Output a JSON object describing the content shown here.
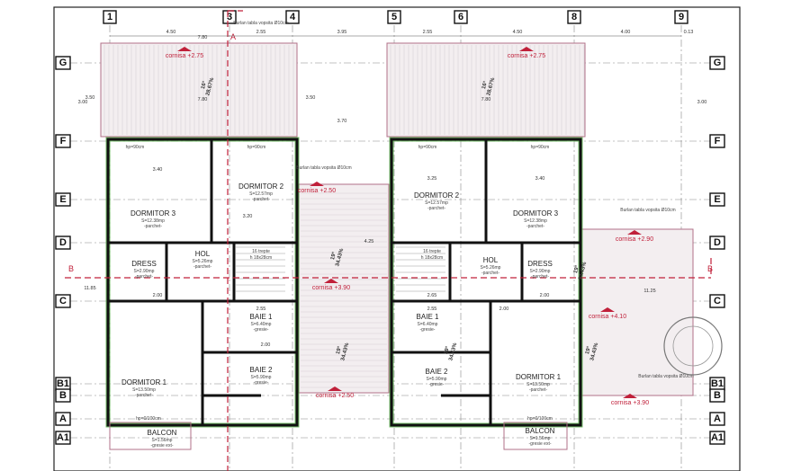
{
  "plan": {
    "grid_columns": [
      "1",
      "3",
      "4",
      "5",
      "6",
      "8",
      "9"
    ],
    "grid_rows": [
      "G",
      "F",
      "E",
      "D",
      "C",
      "B1",
      "B",
      "A",
      "A1"
    ],
    "top_dimensions": [
      "4.50",
      "7.80",
      "2.55",
      "3.95",
      "2.55",
      "4.50",
      "4.00",
      "0.13"
    ],
    "section_marks": [
      "A",
      "B"
    ],
    "rooms": [
      {
        "name": "DORMITOR 3",
        "area": "S=12.38mp",
        "floor": "-parchet-"
      },
      {
        "name": "DORMITOR 2",
        "area": "S=12.57mp",
        "floor": "-parchet-"
      },
      {
        "name": "HOL",
        "area": "S=5.26mp",
        "floor": "-parchet-"
      },
      {
        "name": "DRESS",
        "area": "S=2.90mp",
        "floor": "-parchet-"
      },
      {
        "name": "BAIE 1",
        "area": "S=6.40mp",
        "floor": "-gresie-"
      },
      {
        "name": "BAIE 2",
        "area": "S=5.90mp",
        "floor": "-gresie-"
      },
      {
        "name": "DORMITOR 1",
        "area": "S=13.50mp",
        "floor": "-parchet-"
      },
      {
        "name": "BALCON",
        "area": "S=1.56mp",
        "floor": "-gresie ext-"
      },
      {
        "name": "DORMITOR 2",
        "area": "S=12.57mp",
        "floor": "-parchet-"
      },
      {
        "name": "DORMITOR 3",
        "area": "S=12.38mp",
        "floor": "-parchet-"
      },
      {
        "name": "HOL",
        "area": "S=5.26mp",
        "floor": "-parchet-"
      },
      {
        "name": "DRESS",
        "area": "S=2.90mp",
        "floor": "-parchet-"
      },
      {
        "name": "BAIE 1",
        "area": "S=6.40mp",
        "floor": "-gresie-"
      },
      {
        "name": "BAIE 2",
        "area": "S=5.90mp",
        "floor": "-gresie-"
      },
      {
        "name": "DORMITOR 1",
        "area": "S=13.50mp",
        "floor": "-parchet-"
      },
      {
        "name": "BALCON",
        "area": "S=1.56mp",
        "floor": "-gresie ext-"
      }
    ],
    "stairs": [
      "16 trepte",
      "h 18x28cm",
      "16 trepte",
      "h 18x28cm"
    ],
    "cornices": [
      "cornisa +2.75",
      "cornisa +2.75",
      "cornisa +2.50",
      "cornisa +2.90",
      "cornisa +3.90",
      "cornisa +4.10",
      "cornisa +2.50",
      "cornisa +3.90"
    ],
    "slopes": [
      {
        "angle": "16°",
        "percent": "28.67%"
      },
      {
        "angle": "16°",
        "percent": "28.67%"
      },
      {
        "angle": "19°",
        "percent": "34.43%"
      },
      {
        "angle": "19°",
        "percent": "34.43%"
      },
      {
        "angle": "19°",
        "percent": "34.43%"
      },
      {
        "angle": "19°",
        "percent": "34.43%"
      },
      {
        "angle": "19°",
        "percent": "34.43%"
      }
    ],
    "gutter_notes": [
      "Burlan tabla vopsita Ø10cm",
      "Burlan tabla vopsita Ø10cm",
      "Burlan tabla vopsita Ø10cm",
      "Burlan tabla vopsita Ø10cm"
    ],
    "window_notes": [
      "hp=90cm",
      "hp=90cm",
      "hp=90cm",
      "hp=90cm",
      "hp=0/100cm",
      "hp=0/100cm"
    ],
    "inner_dimensions": [
      "3.40",
      "3.20",
      "2.00",
      "3.25",
      "2.65",
      "3.40",
      "2.00",
      "3.70",
      "7.80",
      "7.80",
      "2.55",
      "2.55",
      "2.00",
      "2.00",
      "4.25",
      "11.85",
      "11.25",
      "3.50",
      "3.50",
      "3.00",
      "3.00"
    ]
  }
}
